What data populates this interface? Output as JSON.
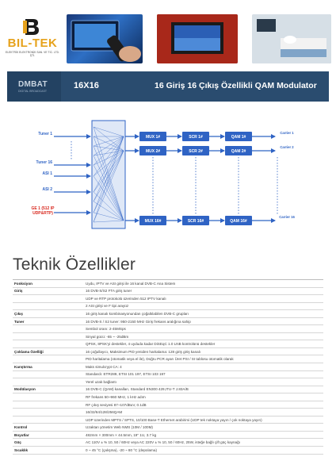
{
  "logo": {
    "name": "BIL-TEK",
    "tagline": "ELEKTRİK ELEKTRONİK SAN. VE TİC. LTD. ŞTİ."
  },
  "banner": {
    "brand": "DMBAT",
    "brand_sub": "DIGITAL BROADCAST",
    "model": "16X16",
    "title": "16 Giriş 16 Çıkış Özellikli QAM Modulator"
  },
  "diagram": {
    "inputs": [
      "Tuner 1",
      "Tuner 16",
      "ASI 1",
      "ASI 2",
      "GE 1 (512 IP UDP&RTP)"
    ],
    "mux": [
      "MUX 1#",
      "MUX 2#",
      "MUX 16#"
    ],
    "scr": [
      "SCR 1#",
      "SCR 2#",
      "SCR 16#"
    ],
    "qam": [
      "QAM 1#",
      "QAM 2#",
      "QAM 16#"
    ],
    "carriers": [
      "Carrier 1",
      "Carrier 2",
      "Carrier 16"
    ],
    "colors": {
      "arrow": "#2f63c4",
      "box": "#2f63c4",
      "red_input": "#d8281e"
    }
  },
  "section_title": "Teknik Özellikler",
  "specs": [
    {
      "k": "Fonksiyon",
      "v": "Uydu, IPTV ve ASI girişi ile 16 kanal DVB-C Ana Sistem"
    },
    {
      "k": "Giriş",
      "v": "16 DVB-S/S2 FTA giriş tuner"
    },
    {
      "k": "",
      "v": "UDP ve RTP protokolü üzerinden 512 IPTV kanalı"
    },
    {
      "k": "",
      "v": "2 ASI girişi ve F tipi arayüz"
    },
    {
      "k": "Çıkış",
      "v": "16 giriş kanalı kombinasyonundan çoğaltılabilen DVB-C grupları"
    },
    {
      "k": "Tuner",
      "v": "16 DVB-S / S2 tuner: 950-2150 MHz Giriş frekans aralığına sahip"
    },
    {
      "k": "",
      "v": "Sembol oranı: 2-45MSps"
    },
    {
      "k": "",
      "v": "Sinyal gücü: -65 ~ -25dBm"
    },
    {
      "k": "",
      "v": "QPSK, 8PSK'yi destekler, 4 uyduda kadar DiSEqC 1.0 LNB kontrolünü destekler"
    },
    {
      "k": "Çoklama Özelliği",
      "v": "16 çoğullayıcı, Maksimum PID yeniden haritalama: 128 giriş giriş kanalı"
    },
    {
      "k": "",
      "v": "PID haritalama (otomatik veya el ile), Doğru PCR ayarı Üret PSI / SI tablosu otomatik olarak"
    },
    {
      "k": "Karıştırma",
      "v": "Maks simulcrypt CA: 4"
    },
    {
      "k": "",
      "v": "Standardı: ETR289, ETSI 101 197, ETSI 103 197"
    },
    {
      "k": "",
      "v": "Yerel uzak bağlantı"
    },
    {
      "k": "Modülasyon",
      "v": "16 DVB-C (QAM) kanalları, Standard EN300 429,ITU-T J.83A/B"
    },
    {
      "k": "",
      "v": "RF frekans 50~960 MHz, 1 kHz adım"
    },
    {
      "k": "",
      "v": "RF çıkış seviyesi 87~107dBuV, 0.1dB"
    },
    {
      "k": "",
      "v": "16/32/64/128/256QAM"
    },
    {
      "k": "",
      "v": "UDP üzerinden MPTS / SPTS, 10/100 Base-T Ethernet arabirimi (UDP tek noktaya yayın / çok noktaya yayın)"
    },
    {
      "k": "Kontrol",
      "v": "Uzaktan yönetim Web NMS (10M / 100M)"
    },
    {
      "k": "Boyutlar",
      "v": "482mm × 300mm × 44.5mm, 19\" 1U, 3.7 kg"
    },
    {
      "k": "Güç",
      "v": "AC 110V ± % 10, 50 / 60Hz veya AC 220V ± % 10, 50 / 60Hz, 25W, isteğe bağlı çift güç kaynağı"
    },
    {
      "k": "Sıcaklık",
      "v": "0 ~ 45 °C (çalışma), -20 ~ 80 °C (depolama)"
    }
  ]
}
